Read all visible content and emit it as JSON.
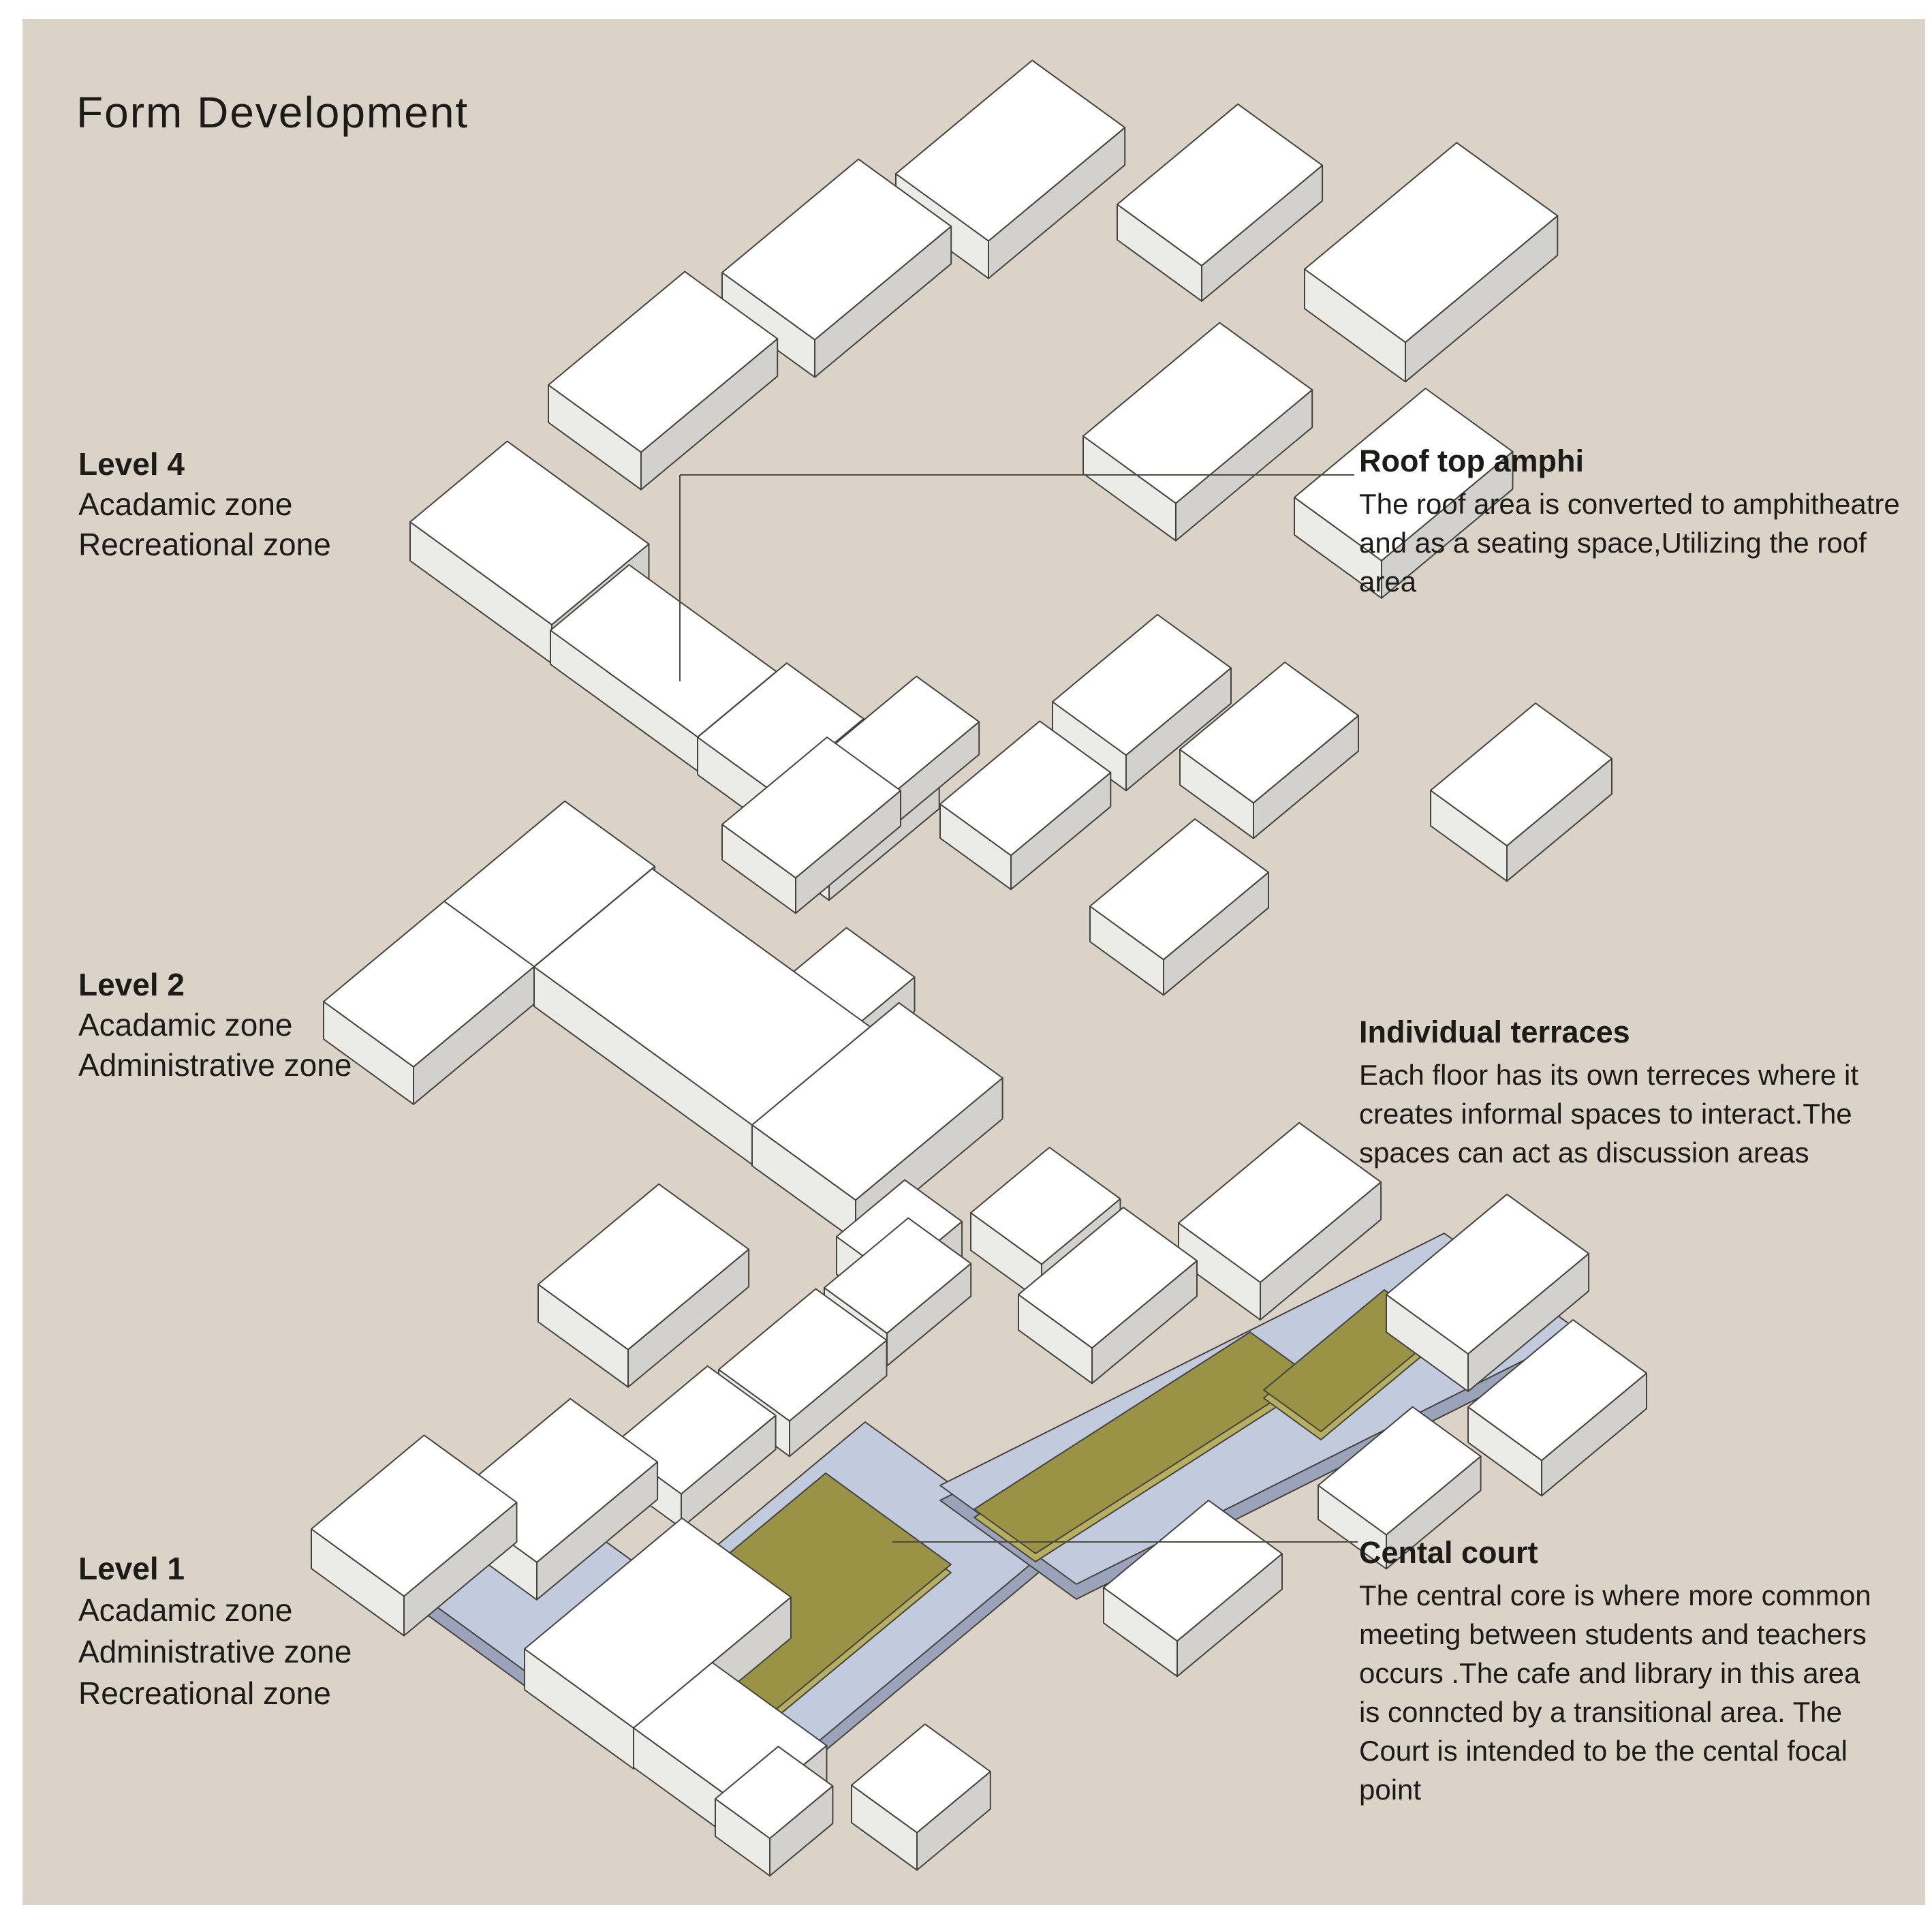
{
  "page": {
    "title": "Form Development"
  },
  "colors": {
    "canvas": "#dcd3c8",
    "page": "#ffffff",
    "text": "#1d1b18",
    "box_top": "#ffffff",
    "box_left": "#ebebe8",
    "box_right": "#d2d1cd",
    "outline": "#45433e",
    "blue_top": "#c2cadd",
    "blue_side": "#9aa3b9",
    "olive_top": "#9a9244",
    "olive_side": "#b7af60",
    "leader": "#4f4a42"
  },
  "levels": [
    {
      "name": "Level 4",
      "zones": [
        "Acadamic zone",
        "Recreational zone"
      ]
    },
    {
      "name": "Level 2",
      "zones": [
        "Acadamic zone",
        "Administrative zone"
      ]
    },
    {
      "name": "Level 1",
      "zones": [
        "Acadamic zone",
        "Administrative zone",
        "Recreational zone"
      ]
    }
  ],
  "annotations": [
    {
      "id": "roof",
      "title": "Roof top amphi",
      "lines": [
        "The roof area is converted to amphitheatre",
        "and as a seating space,Utilizing the roof",
        "area"
      ]
    },
    {
      "id": "terraces",
      "title": "Individual terraces",
      "lines": [
        "Each floor has its own terreces where it",
        "creates informal spaces to interact.The",
        "spaces can act as discussion areas"
      ]
    },
    {
      "id": "court",
      "title": "Cental court",
      "lines": [
        "The central core is where more common",
        "meeting between students and teachers",
        "occurs .The cafe and library in this area",
        "is conncted by a transitional area. The",
        "Court is intended to be the cental focal",
        "point"
      ]
    }
  ],
  "diagram": {
    "axes": {
      "a": [
        0.77,
        -0.64
      ],
      "b": [
        0.8,
        0.58
      ]
    },
    "clusters": [
      {
        "id": "level4-massing",
        "boxes": [
          [
            602,
            766,
            185,
            260,
            57
          ],
          [
            808,
            925,
            150,
            270,
            50
          ],
          [
            1024,
            1082,
            170,
            150,
            55
          ],
          [
            805,
            565,
            260,
            170,
            55
          ],
          [
            1060,
            400,
            260,
            170,
            55
          ],
          [
            1315,
            255,
            260,
            170,
            55
          ],
          [
            1640,
            300,
            230,
            155,
            52
          ],
          [
            1915,
            395,
            290,
            185,
            58
          ],
          [
            1590,
            640,
            260,
            170,
            55
          ],
          [
            1900,
            730,
            250,
            160,
            55
          ],
          [
            1105,
            1190,
            210,
            140,
            50
          ]
        ]
      },
      {
        "id": "level2-massing",
        "boxes": [
          [
            652,
            1323,
            230,
            165,
            55
          ],
          [
            475,
            1470,
            230,
            165,
            55
          ],
          [
            784,
            1419,
            225,
            400,
            58
          ],
          [
            1104,
            1651,
            280,
            190,
            60
          ],
          [
            1228,
            1815,
            130,
            105,
            55
          ],
          [
            1425,
            1780,
            150,
            130,
            55
          ],
          [
            1060,
            1210,
            200,
            135,
            52
          ],
          [
            1222,
            1095,
            160,
            115,
            48
          ],
          [
            1380,
            1180,
            190,
            130,
            50
          ],
          [
            1545,
            1030,
            200,
            135,
            52
          ],
          [
            1732,
            1100,
            200,
            135,
            52
          ],
          [
            2100,
            1160,
            200,
            140,
            52
          ],
          [
            1600,
            1330,
            200,
            135,
            52
          ],
          [
            1100,
            1480,
            185,
            125,
            50
          ]
        ]
      },
      {
        "id": "level1-massing",
        "plates_blue": [
          [
            [
              612,
              2337
            ],
            [
              789,
              2190
            ],
            [
              1053,
              2381
            ],
            [
              876,
              2529
            ]
          ],
          [
            [
              870,
              2420
            ],
            [
              1270,
              2087
            ],
            [
              1534,
              2278
            ],
            [
              1134,
              2612
            ]
          ],
          [
            [
              1380,
              2180
            ],
            [
              2120,
              1810
            ],
            [
              2320,
              1955
            ],
            [
              1580,
              2325
            ]
          ]
        ],
        "plates_olive": [
          [
            [
              950,
              2380
            ],
            [
              1212,
              2162
            ],
            [
              1396,
              2296
            ],
            [
              1134,
              2513
            ]
          ],
          [
            [
              1430,
              2215
            ],
            [
              1835,
              1955
            ],
            [
              1925,
              2020
            ],
            [
              1520,
              2280
            ]
          ],
          [
            [
              1855,
              2040
            ],
            [
              2032,
              1893
            ],
            [
              2116,
              1954
            ],
            [
              1939,
              2101
            ]
          ]
        ],
        "boxes": [
          [
            457,
            2244,
            215,
            170,
            58
          ],
          [
            660,
            2200,
            230,
            160,
            55
          ],
          [
            790,
            1885,
            230,
            165,
            55
          ],
          [
            900,
            2120,
            180,
            125,
            50
          ],
          [
            1055,
            2010,
            185,
            130,
            52
          ],
          [
            1210,
            1890,
            160,
            115,
            48
          ],
          [
            1620,
            2330,
            200,
            135,
            52
          ],
          [
            1495,
            1900,
            200,
            135,
            52
          ],
          [
            1730,
            1795,
            230,
            150,
            55
          ],
          [
            2035,
            1900,
            230,
            150,
            55
          ],
          [
            2155,
            2065,
            200,
            135,
            52
          ],
          [
            1935,
            2180,
            180,
            125,
            50
          ],
          [
            770,
            2420,
            300,
            200,
            60
          ],
          [
            930,
            2536,
            150,
            210,
            58
          ],
          [
            1050,
            2640,
            120,
            100,
            55
          ],
          [
            1250,
            2620,
            140,
            120,
            55
          ]
        ]
      }
    ],
    "leaders": [
      [
        [
          998,
          697
        ],
        [
          1988,
          697
        ]
      ],
      [
        [
          998,
          697
        ],
        [
          998,
          1000
        ]
      ],
      [
        [
          1310,
          2263
        ],
        [
          1993,
          2263
        ]
      ]
    ]
  }
}
